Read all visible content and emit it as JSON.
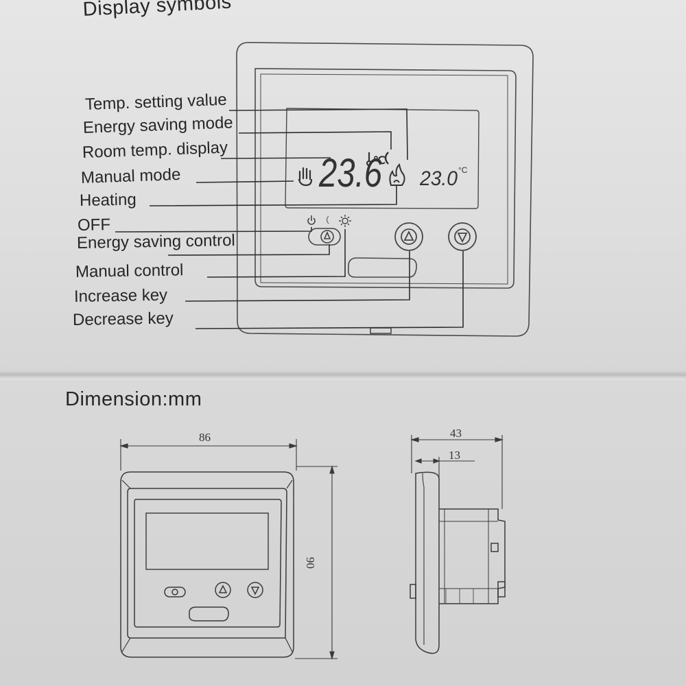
{
  "titles": {
    "display": "Display symbols",
    "dimension": "Dimension:mm"
  },
  "labels": {
    "temp_setting": "Temp. setting value",
    "energy_mode": "Energy saving mode",
    "room_temp": "Room temp. display",
    "manual_mode": "Manual mode",
    "heating": "Heating",
    "off": "OFF",
    "energy_control": "Energy saving control",
    "manual_control": "Manual control",
    "increase": "Increase key",
    "decrease": "Decrease key"
  },
  "lcd": {
    "room_temp": "23.6",
    "set_temp": "23.0",
    "unit": "°C",
    "small_unit": "℃"
  },
  "dimensions": {
    "width": "86",
    "height": "90",
    "depth": "43",
    "front": "13"
  },
  "icons": {
    "manual": "hand-icon",
    "heating": "flame-icon",
    "energy": "moon-icon",
    "sun": "sun-icon",
    "power": "power-icon",
    "thermometer": "thermometer-icon"
  }
}
